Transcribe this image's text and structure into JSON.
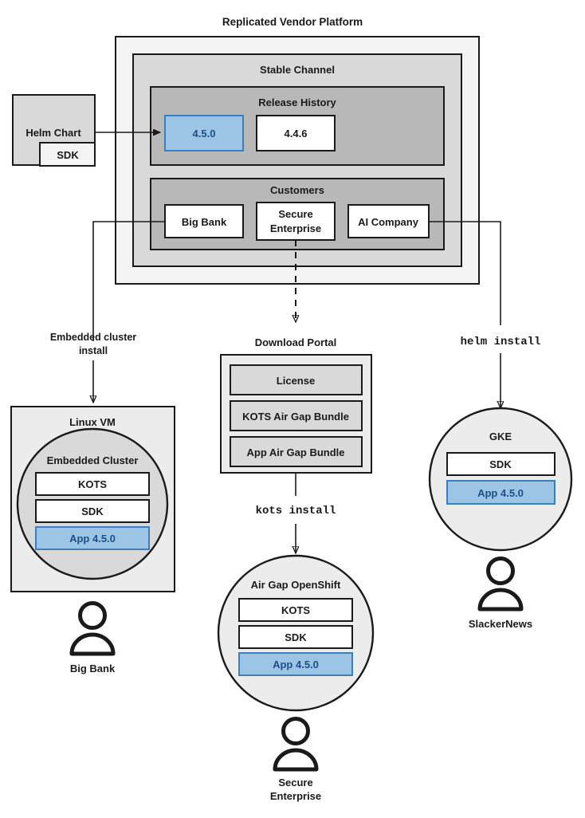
{
  "diagram": {
    "title": "Replicated Vendor Platform",
    "colors": {
      "accent_blue_fill": "#9cc4e4",
      "accent_blue_stroke": "#3d7ebb",
      "accent_blue_text": "#1b4f86",
      "outer_panel": "#f4f4f4",
      "channel_panel": "#d9d9d9",
      "inner_panel": "#b8b8b8",
      "vm_panel": "#ececec",
      "cluster_fill": "#d9d9d9",
      "stroke": "#1a1a1a"
    },
    "helm_chart": {
      "label": "Helm Chart",
      "sdk_label": "SDK"
    },
    "platform": {
      "stable_channel": {
        "label": "Stable Channel",
        "release_history": {
          "label": "Release History",
          "releases": [
            {
              "version": "4.5.0",
              "highlighted": true
            },
            {
              "version": "4.4.6",
              "highlighted": false
            }
          ]
        },
        "customers": {
          "label": "Customers",
          "items": [
            {
              "name": "Big Bank"
            },
            {
              "name": "Secure\nEnterprise",
              "line1": "Secure",
              "line2": "Enterprise"
            },
            {
              "name": "AI Company"
            }
          ]
        }
      }
    },
    "flows": [
      {
        "label_line1": "Embedded cluster",
        "label_line2": "install",
        "style": "solid"
      },
      {
        "label_line1": "helm install",
        "label_line2": "",
        "style": "mono"
      },
      {
        "label_line1": "kots install",
        "label_line2": "",
        "style": "mono"
      }
    ],
    "download_portal": {
      "label": "Download Portal",
      "items": [
        "License",
        "KOTS Air Gap Bundle",
        "App Air Gap Bundle"
      ],
      "install_command": "kots install"
    },
    "targets": [
      {
        "id": "linux-vm",
        "shape": "box",
        "label": "Linux VM",
        "inner_label": "Embedded Cluster",
        "components": [
          {
            "label": "KOTS",
            "highlighted": false
          },
          {
            "label": "SDK",
            "highlighted": false
          },
          {
            "label": "App 4.5.0",
            "highlighted": true
          }
        ],
        "customer": "Big Bank",
        "customer_line2": ""
      },
      {
        "id": "air-gap-openshift",
        "shape": "circle",
        "label": "Air Gap OpenShift",
        "inner_label": "",
        "components": [
          {
            "label": "KOTS",
            "highlighted": false
          },
          {
            "label": "SDK",
            "highlighted": false
          },
          {
            "label": "App 4.5.0",
            "highlighted": true
          }
        ],
        "customer": "Secure",
        "customer_line2": "Enterprise"
      },
      {
        "id": "gke",
        "shape": "circle",
        "label": "GKE",
        "inner_label": "",
        "components": [
          {
            "label": "SDK",
            "highlighted": false
          },
          {
            "label": "App 4.5.0",
            "highlighted": true
          }
        ],
        "customer": "SlackerNews",
        "customer_line2": ""
      }
    ],
    "labels": {
      "embedded_install_l1": "Embedded cluster",
      "embedded_install_l2": "install",
      "helm_install": "helm install",
      "kots_install": "kots install"
    }
  }
}
